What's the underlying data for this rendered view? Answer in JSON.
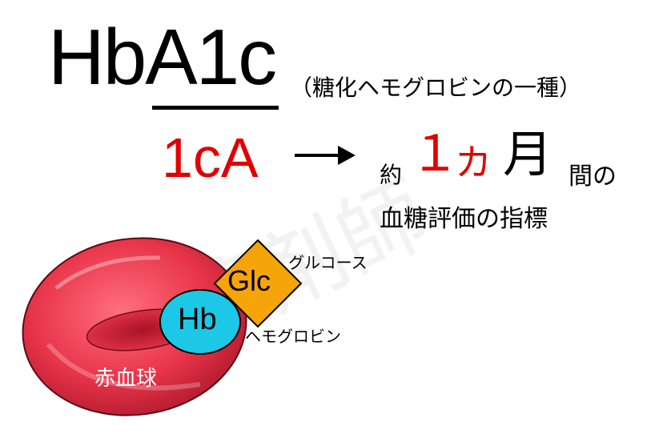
{
  "title": "HbA1c",
  "subtitle": "（糖化ヘモグロビンの一種）",
  "code": "1cA",
  "duration": {
    "prefix": "約",
    "number": "１",
    "unit_ka": "カ",
    "month": "月",
    "suffix": "間の"
  },
  "meaning": "血糖評価の指標",
  "labels": {
    "glucose": "グルコース",
    "glc": "Glc",
    "hemoglobin": "ヘモグロビン",
    "hb": "Hb",
    "rbc": "赤血球"
  },
  "watermark": "薬剤師",
  "colors": {
    "accent_red": "#e00000",
    "rbc_red": "#e8354a",
    "glc_orange": "#f5a40a",
    "hb_cyan": "#1cc8e6"
  }
}
